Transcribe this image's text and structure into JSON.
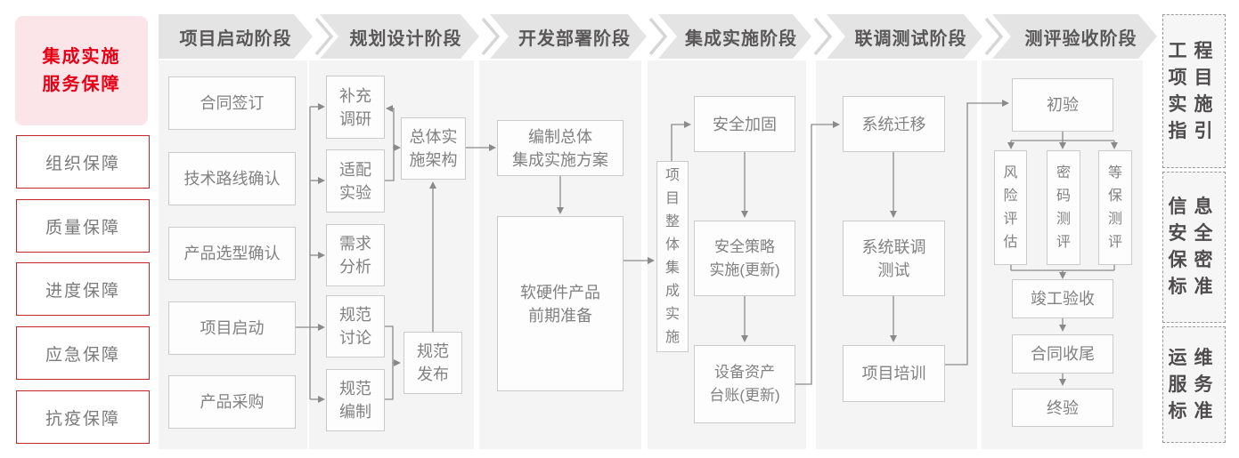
{
  "sidebar": {
    "title": "集成实施\n服务保障",
    "items": [
      "组织保障",
      "质量保障",
      "进度保障",
      "应急保障",
      "抗疫保障"
    ]
  },
  "phases": [
    {
      "label": "项目启动阶段",
      "boxes": [
        "合同签订",
        "技术路线确认",
        "产品选型确认",
        "项目启动",
        "产品采购"
      ]
    },
    {
      "label": "规划设计阶段",
      "boxes": [
        "补充\n调研",
        "适配\n实验",
        "需求\n分析",
        "规范\n讨论",
        "规范\n编制",
        "总体实\n施架构",
        "规范\n发布"
      ]
    },
    {
      "label": "开发部署阶段",
      "boxes": [
        "编制总体\n集成实施方案",
        "软硬件产品\n前期准备"
      ]
    },
    {
      "label": "集成实施阶段",
      "boxes": [
        "项目整体集成实施",
        "安全加固",
        "安全策略\n实施(更新)",
        "设备资产\n台账(更新)"
      ]
    },
    {
      "label": "联调测试阶段",
      "boxes": [
        "系统迁移",
        "系统联调\n测试",
        "项目培训"
      ]
    },
    {
      "label": "测评验收阶段",
      "boxes": [
        "初验",
        "风险评估",
        "密码测评",
        "等保测评",
        "竣工验收",
        "合同收尾",
        "终验"
      ]
    }
  ],
  "side_panels": [
    "工程项目实施指引",
    "信息安全保密标准",
    "运维服务标准"
  ],
  "colors": {
    "accent_red": "#e60016",
    "sidebar_border_red": "#c0272d",
    "pink_bg": "#fbe5e9",
    "band_gray": "#e4e4e4",
    "panel_gray": "#f4f4f4",
    "connector_gray": "#8a8a8a"
  }
}
